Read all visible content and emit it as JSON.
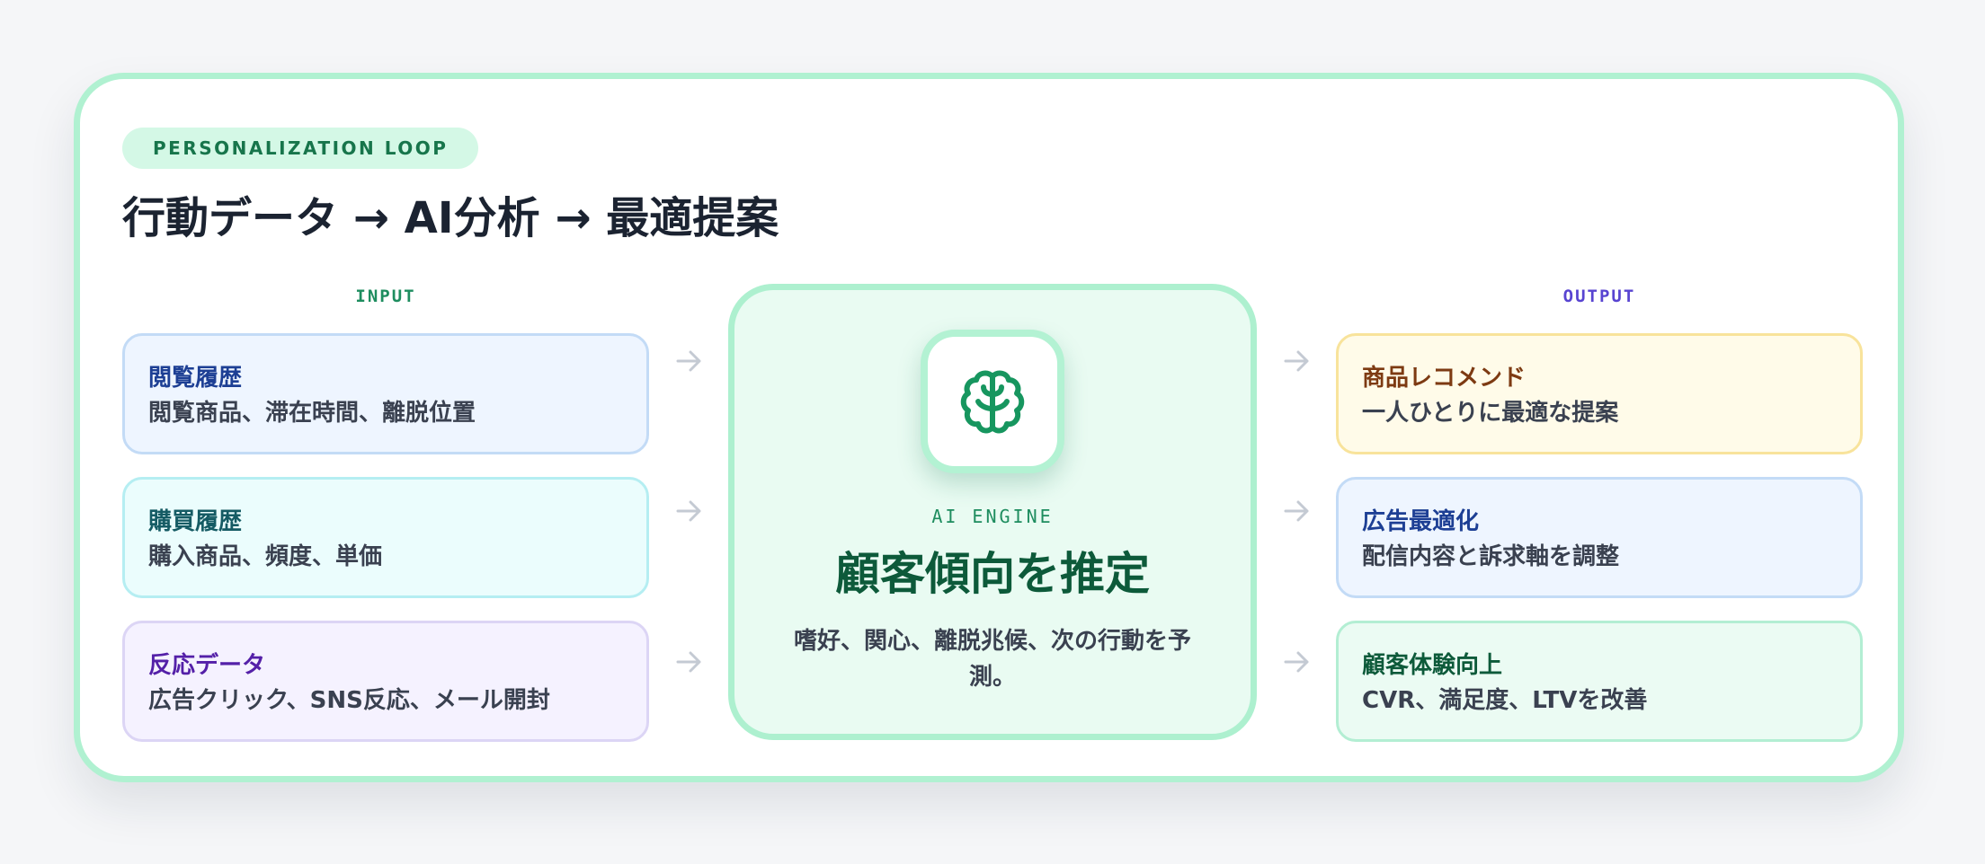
{
  "badge": "PERSONALIZATION LOOP",
  "title": "行動データ → AI分析 → 最適提案",
  "input": {
    "label": "INPUT",
    "items": [
      {
        "title": "閲覧履歴",
        "desc": "閲覧商品、滞在時間、離脱位置"
      },
      {
        "title": "購買履歴",
        "desc": "購入商品、頻度、単価"
      },
      {
        "title": "反応データ",
        "desc": "広告クリック、SNS反応、メール開封"
      }
    ]
  },
  "engine": {
    "icon": "brain-icon",
    "label": "AI ENGINE",
    "title": "顧客傾向を推定",
    "desc": "嗜好、関心、離脱兆候、次の行動を予測。"
  },
  "output": {
    "label": "OUTPUT",
    "items": [
      {
        "title": "商品レコメンド",
        "desc": "一人ひとりに最適な提案"
      },
      {
        "title": "広告最適化",
        "desc": "配信内容と訴求軸を調整"
      },
      {
        "title": "顧客体験向上",
        "desc": "CVR、満足度、LTVを改善"
      }
    ]
  },
  "colors": {
    "card_border": "#b0f1d1",
    "input_label": "#1e8d5f",
    "output_label": "#5844d1",
    "engine_bg": "#e9fbf2",
    "brain": "#17965f",
    "item_blue_bg": "#eef5ff",
    "item_cyan_bg": "#ebfdfd",
    "item_purple_bg": "#f5f2ff",
    "item_yellow_bg": "#fffbe9",
    "item_green_bg": "#ebfbf3"
  }
}
